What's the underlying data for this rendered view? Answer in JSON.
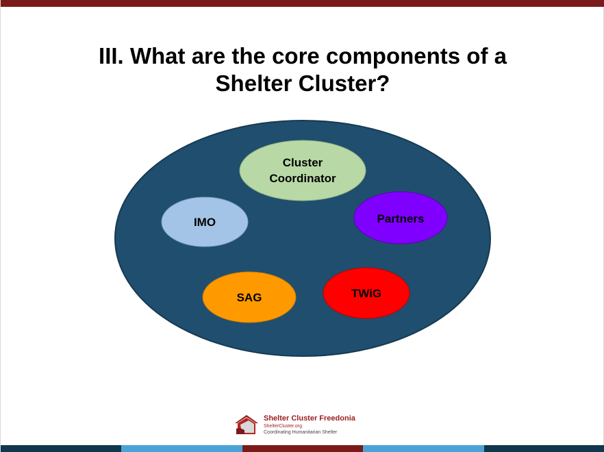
{
  "title": {
    "line1": "III. What are the core components of a",
    "line2": "Shelter Cluster?"
  },
  "diagram": {
    "container_color": "#1f4e6e",
    "nodes": [
      {
        "id": "cluster-coordinator",
        "line1": "Cluster",
        "line2": "Coordinator",
        "fill": "#b8d8a6"
      },
      {
        "id": "imo",
        "label": "IMO",
        "fill": "#a3c4e6"
      },
      {
        "id": "partners",
        "label": "Partners",
        "fill": "#8000ff"
      },
      {
        "id": "sag",
        "label": "SAG",
        "fill": "#ff9900"
      },
      {
        "id": "twig",
        "label": "TWiG",
        "fill": "#ff0000"
      }
    ]
  },
  "footer": {
    "logo_name": "Shelter Cluster Freedonia",
    "logo_url": "ShelterCluster.org",
    "logo_tagline": "Coordinating Humanitarian Shelter",
    "logo_color": "#9b1c1c"
  },
  "colors": {
    "top_bar": "#7b1a1a",
    "bottom_bar": [
      "#12364e",
      "#4aa3d6",
      "#7b1a1a",
      "#4aa3d6",
      "#12364e"
    ]
  }
}
